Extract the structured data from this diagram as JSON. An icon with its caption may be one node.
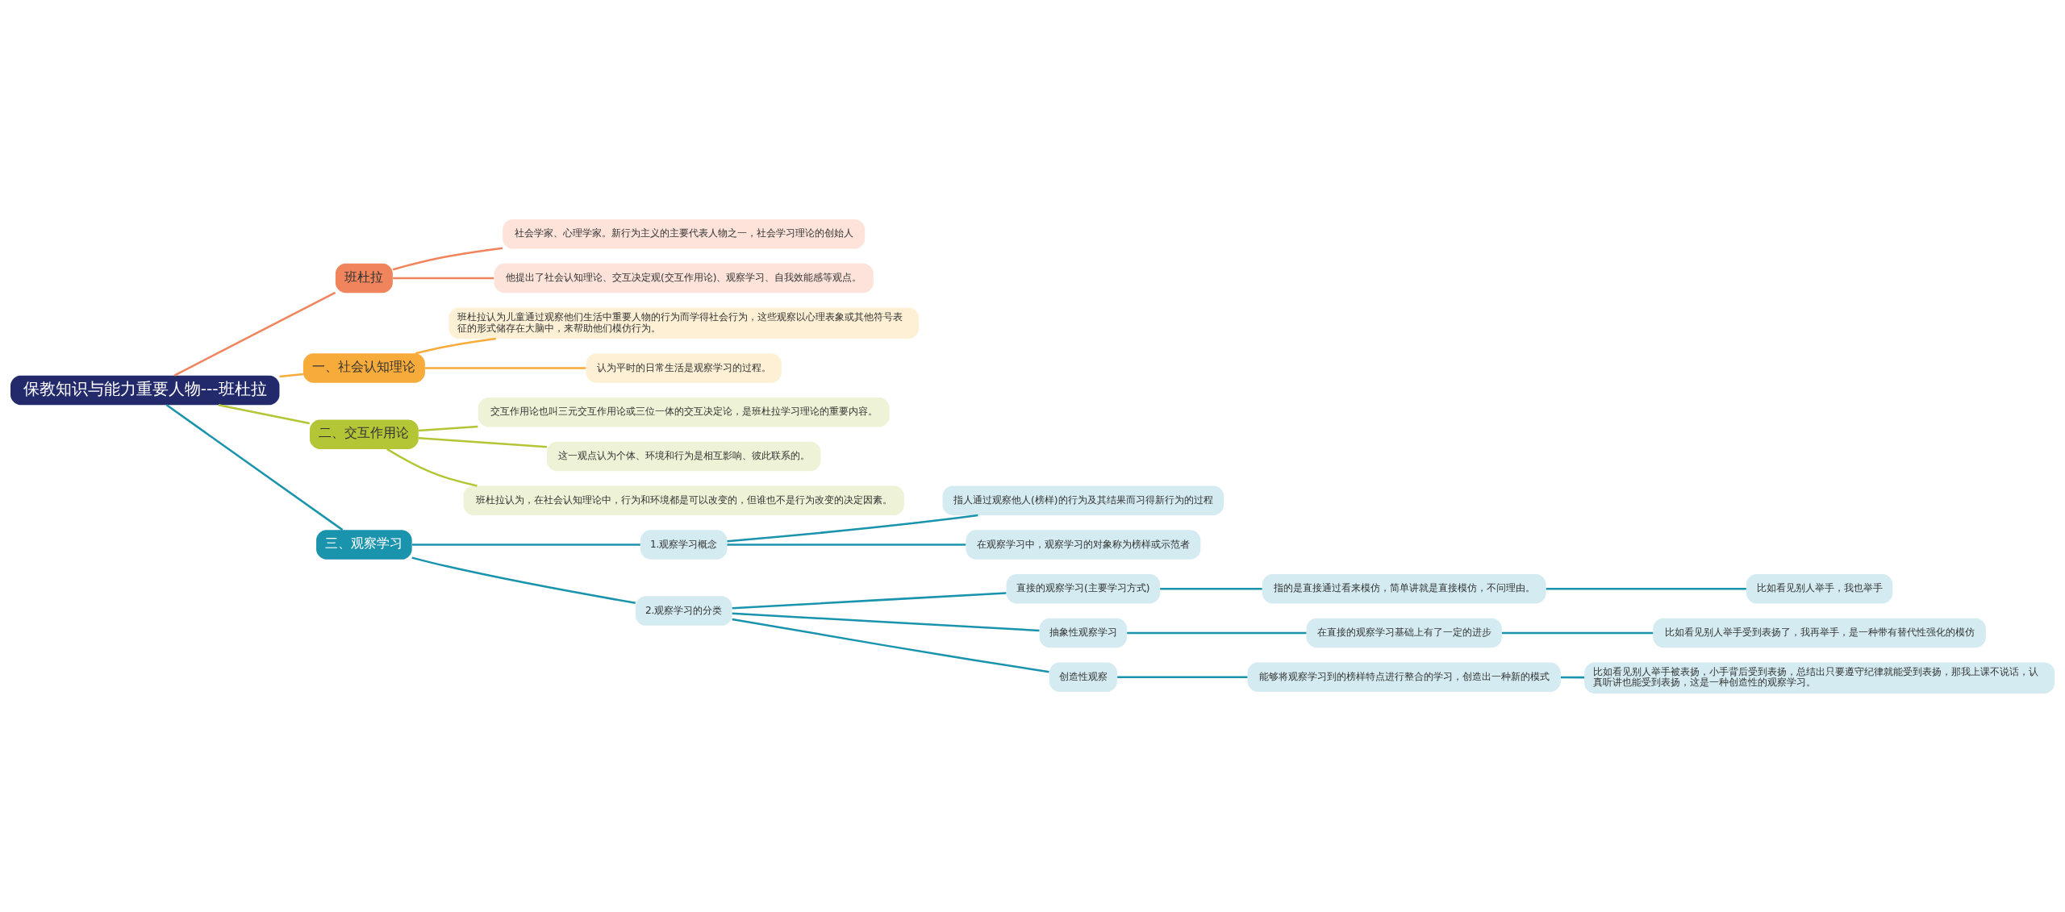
{
  "diagram": {
    "nodes": [
      {
        "text": [
          "保教知识与能力重要人物---班杜拉"
        ]
      },
      {
        "text": [
          "班杜拉"
        ]
      },
      {
        "text": [
          "社会学家、心理学家。新行为主义的主要代表人物之一，社会学习理论的创始人"
        ]
      },
      {
        "text": [
          "他提出了社会认知理论、交互决定观(交互作用论)、观察学习、自我效能感等观点。"
        ]
      },
      {
        "text": [
          "一、社会认知理论"
        ]
      },
      {
        "text": [
          "班杜拉认为儿童通过观察他们生活中重要人物的行为而学得社会行为，这些观察以心理表象或其他符号表征的形式储存在大脑中，来帮助他们模仿行为。"
        ]
      },
      {
        "text": [
          "认为平时的日常生活是观察学习的过程。"
        ]
      },
      {
        "text": [
          "二、交互作用论"
        ]
      },
      {
        "text": [
          "交互作用论也叫三元交互作用论或三位一体的交互决定论，是班杜拉学习理论的重要内容。"
        ]
      },
      {
        "text": [
          "这一观点认为个体、环境和行为是相互影响、彼此联系的。"
        ]
      },
      {
        "text": [
          "班杜拉认为，在社会认知理论中，行为和环境都是可以改变的，但谁也不是行为改变的决定因素。"
        ]
      },
      {
        "text": [
          "三、观察学习"
        ]
      },
      {
        "text": [
          "1.观察学习概念"
        ]
      },
      {
        "text": [
          "指人通过观察他人(榜样)的行为及其结果而习得新行为的过程"
        ]
      },
      {
        "text": [
          "在观察学习中，观察学习的对象称为榜样或示范者"
        ]
      },
      {
        "text": [
          "2.观察学习的分类"
        ]
      },
      {
        "text": [
          "直接的观察学习(主要学习方式)"
        ]
      },
      {
        "text": [
          "指的是直接通过看来模仿，简单讲就是直接模仿，不问理由。"
        ]
      },
      {
        "text": [
          "比如看见别人举手，我也举手"
        ]
      },
      {
        "text": [
          "抽象性观察学习"
        ]
      },
      {
        "text": [
          "在直接的观察学习基础上有了一定的进步"
        ]
      },
      {
        "text": [
          "比如看见别人举手受到表扬了，我再举手，是一种带有替代性强化的模仿"
        ]
      },
      {
        "text": [
          "创造性观察"
        ]
      },
      {
        "text": [
          "能够将观察学习到的榜样特点进行整合的学习，创造出一种新的模式"
        ]
      },
      {
        "text": [
          "比如看见别人举手被表扬，小手背后受到表扬，总结出只要遵守纪律就能受到表扬，那我上课不说话，认真听讲也能受到表扬，这是一种创造性的观察学习。"
        ]
      }
    ],
    "edges": [
      {
        "from": 0,
        "to": 1,
        "arrow": "none",
        "color": "#f0845c"
      },
      {
        "from": 1,
        "to": 2,
        "arrow": "none",
        "color": "#f0845c"
      },
      {
        "from": 1,
        "to": 3,
        "arrow": "none",
        "color": "#f0845c"
      },
      {
        "from": 0,
        "to": 4,
        "arrow": "none",
        "color": "#f7ab3a"
      },
      {
        "from": 4,
        "to": 5,
        "arrow": "none",
        "color": "#f7ab3a"
      },
      {
        "from": 4,
        "to": 6,
        "arrow": "none",
        "color": "#f7ab3a"
      },
      {
        "from": 0,
        "to": 7,
        "arrow": "none",
        "color": "#b4c536"
      },
      {
        "from": 7,
        "to": 8,
        "arrow": "none",
        "color": "#b4c536"
      },
      {
        "from": 7,
        "to": 9,
        "arrow": "none",
        "color": "#b4c536"
      },
      {
        "from": 7,
        "to": 10,
        "arrow": "none",
        "color": "#b4c536"
      },
      {
        "from": 0,
        "to": 11,
        "arrow": "none"
      },
      {
        "from": 11,
        "to": 12,
        "arrow": "none"
      },
      {
        "from": 12,
        "to": 13,
        "arrow": "none"
      },
      {
        "from": 12,
        "to": 14,
        "arrow": "none"
      },
      {
        "from": 11,
        "to": 15,
        "arrow": "none"
      },
      {
        "from": 15,
        "to": 16,
        "arrow": "none"
      },
      {
        "from": 16,
        "to": 17,
        "arrow": "none"
      },
      {
        "from": 17,
        "to": 18,
        "arrow": "none"
      },
      {
        "from": 15,
        "to": 19,
        "arrow": "none"
      },
      {
        "from": 19,
        "to": 20,
        "arrow": "none"
      },
      {
        "from": 20,
        "to": 21,
        "arrow": "none"
      },
      {
        "from": 15,
        "to": 22,
        "arrow": "none"
      },
      {
        "from": 22,
        "to": 23,
        "arrow": "none"
      },
      {
        "from": 23,
        "to": 24,
        "arrow": "none"
      }
    ]
  }
}
